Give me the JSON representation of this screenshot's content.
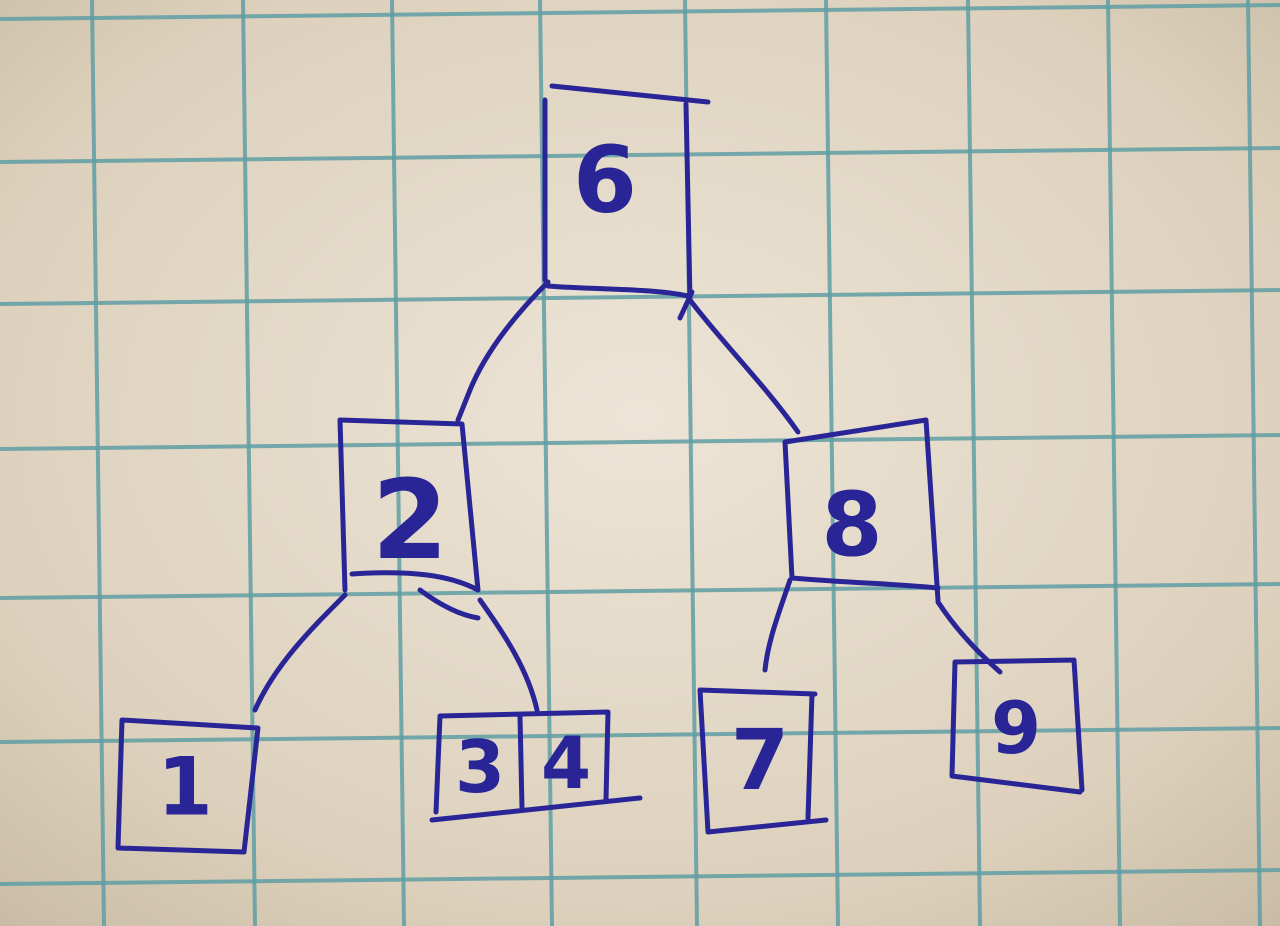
{
  "colors": {
    "ink": "#2a2596",
    "grid": "#5f9ea3",
    "paper": "#e8dfcf",
    "paper_shadow": "#d2c5ae"
  },
  "tree": {
    "root": {
      "label": "6"
    },
    "left_child": {
      "label": "2"
    },
    "right_child": {
      "label": "8"
    },
    "leaves": [
      {
        "id": "leaf-1",
        "label": "1"
      },
      {
        "id": "leaf-34",
        "keys": [
          "3",
          "4"
        ]
      },
      {
        "id": "leaf-7",
        "label": "7"
      },
      {
        "id": "leaf-9",
        "label": "9"
      }
    ]
  }
}
